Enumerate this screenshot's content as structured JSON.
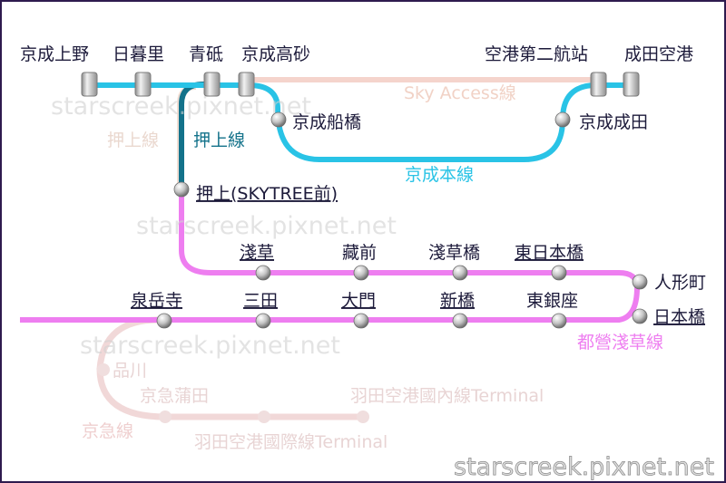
{
  "colors": {
    "keisei_main": "#29c3e6",
    "oshiage_line": "#13728a",
    "asakusa_line": "#ee7ef0",
    "sky_access_faded": "#f5d4cc",
    "keikyu_faded": "#f1d8d8",
    "station_label": "#1c1a3a",
    "frame": "#2e1a4e"
  },
  "lines": {
    "keisei_main": "京成本線",
    "oshiage": "押上線",
    "oshiage_faded": "押上線",
    "sky_access": "Sky Access線",
    "asakusa": "都營淺草線",
    "keikyu": "京急線"
  },
  "stations": {
    "keisei_ueno": "京成上野",
    "nippori": "日暮里",
    "aoto": "青砥",
    "keisei_takasago": "京成高砂",
    "airport_terminal2": "空港第二航站",
    "narita_airport": "成田空港",
    "keisei_funabashi": "京成船橋",
    "keisei_narita": "京成成田",
    "oshiage": "押上(SKYTREE前)",
    "asakusa": "淺草",
    "kuramae": "藏前",
    "asakusabashi": "淺草橋",
    "higashi_nihombashi": "東日本橋",
    "ningyocho": "人形町",
    "nihombashi": "日本橋",
    "sengakuji": "泉岳寺",
    "mita": "三田",
    "daimon": "大門",
    "shimbashi": "新橋",
    "higashi_ginza": "東銀座",
    "shinagawa": "品川",
    "keikyu_kamata": "京急蒲田",
    "haneda_domestic": "羽田空港國內線Terminal",
    "haneda_international": "羽田空港國際線Terminal"
  },
  "watermarks": {
    "w1": "starscreek.pixnet.net",
    "w2": "starscreek.pixnet.net",
    "w3": "starscreek.pixnet.net",
    "signature": "starscreek.pixnet.net"
  }
}
